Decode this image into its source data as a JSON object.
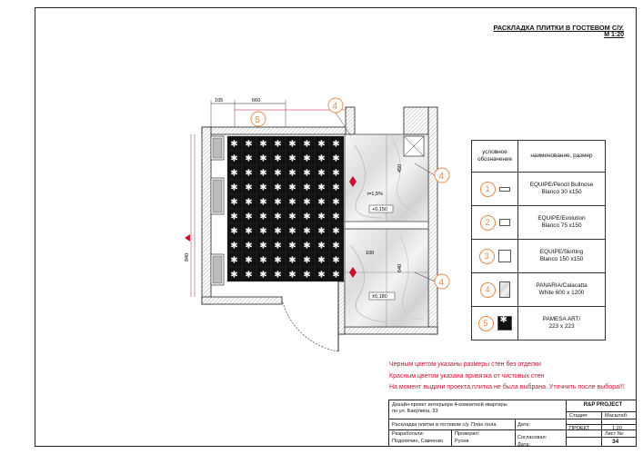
{
  "sheet": {
    "title": "РАСКЛАДКА ПЛИТКИ В ГОСТЕВОМ С/У.",
    "scale": "М 1:20"
  },
  "plan": {
    "dims": {
      "d1": "105",
      "d2": "660",
      "d3": "840",
      "d4": "450",
      "d5": "100",
      "d6": "640"
    },
    "levels": {
      "slope": "i=1,5%",
      "z1": "+0,150",
      "z2": "±0,180"
    },
    "markers": [
      "5",
      "4",
      "4",
      "4"
    ],
    "colors": {
      "accent": "#e38a4a",
      "red": "#c8102e"
    }
  },
  "legend": {
    "header_symbol": "условное обозначение",
    "header_name": "наименование, размер",
    "items": [
      {
        "num": "1",
        "name": "EQUIPE/Pencil Bullnose",
        "size": "Blanco 30 x150"
      },
      {
        "num": "2",
        "name": "EQUIPE/Evolution",
        "size": "Blanco 75 x150"
      },
      {
        "num": "3",
        "name": "EQUIPE/Skirting",
        "size": "Blanco 150 x150"
      },
      {
        "num": "4",
        "name": "PANARIA/Calacatta",
        "size": "White 600 x 1200"
      },
      {
        "num": "5",
        "name": "PAMESA ART/",
        "size": "223 x 223"
      }
    ]
  },
  "notes": [
    "Черным цветом указаны размеры стен без отделки",
    "Красным цветом указана привязка от чистовых стен",
    "На момент выдачи проекта,плитка не была выбрана. Уточнить после выбора!!!"
  ],
  "titleblock": {
    "project": "Дизайн-проект интерьера 4-комнатной квартиры",
    "address": "по ул. Бакулина, 33",
    "company": "R&P PROJECT",
    "sheet_name": "Раскладка плитки в гостевом с/у. План пола.",
    "date_label": "Дата:",
    "developers_label": "Разработали:",
    "developers": "Подопечин, Савченко",
    "checked_label": "Проверил:",
    "checked": "Русев",
    "agreed_label": "Согласовал:",
    "date2_label": "Дата:",
    "stage_label": "Стадия:",
    "scale_label": "Масштаб:",
    "stage": "ПРОЕКТ",
    "scale": "1:20",
    "sheet_no_label": "Лист №:",
    "sheet_no": "34"
  }
}
